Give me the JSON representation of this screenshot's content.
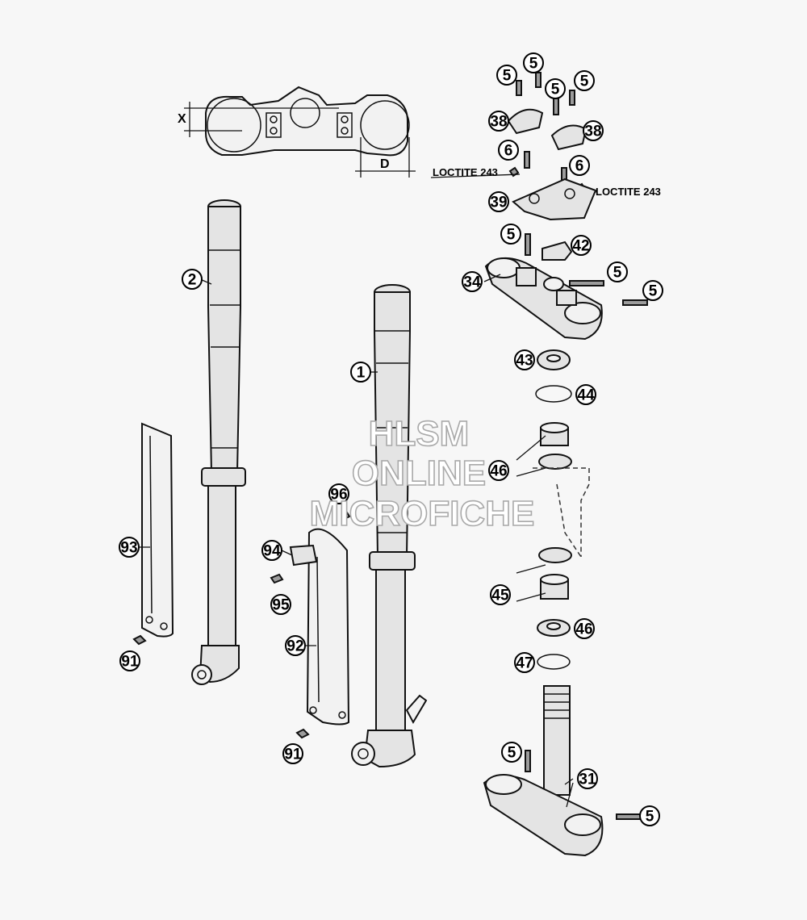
{
  "watermark": {
    "line1": "HLSM",
    "line2": "ONLINE",
    "line3": "MICROFICHE"
  },
  "notes": {
    "loctite_left": "LOCTITE 243",
    "loctite_right": "LOCTITE 243"
  },
  "dimensions": {
    "x_label": "X",
    "d_label": "D"
  },
  "callouts": [
    "5",
    "5",
    "5",
    "5",
    "38",
    "38",
    "6",
    "6",
    "39",
    "5",
    "42",
    "34",
    "5",
    "5",
    "43",
    "44",
    "46",
    "45",
    "46",
    "47",
    "5",
    "31",
    "5",
    "2",
    "1",
    "93",
    "91",
    "94",
    "95",
    "96",
    "92",
    "91"
  ]
}
